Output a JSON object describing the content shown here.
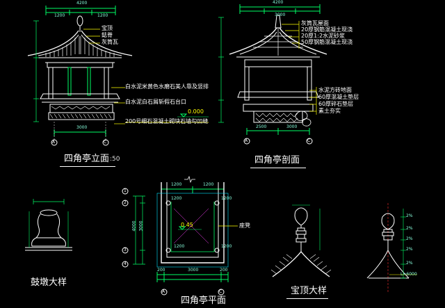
{
  "colors": {
    "background": "#000000",
    "line_white": "#ffffff",
    "line_cyan": "#00e5ff",
    "line_green": "#00ff66",
    "line_yellow": "#ffff00",
    "line_magenta": "#ff40ff",
    "line_red": "#ff3030"
  },
  "titles": {
    "elevation": "四角亭立面",
    "elevation_scale": ":50",
    "section": "四角亭剖面",
    "plan": "四角亭平面",
    "drum_pier": "鼓墩大样",
    "finial": "宝顶大样"
  },
  "elevation_notes": {
    "finial": "宝顶",
    "ridge": "鋕脊",
    "tile": "灰筒瓦",
    "note1": "白水泥米黄色水磨石美人靠及竖排",
    "note2": "白水泥白石屑斩假石台口",
    "level": "0.000",
    "note3": "200号细石混凝土砌块石墙勾凹缝"
  },
  "section_notes": {
    "roof1": "灰筒瓦屋面",
    "roof2": "20厚钢筋混凝土现浇",
    "roof3": "20厚1:2水泥砂浆",
    "roof4": "50厚钢筋混凝土现浇",
    "floor1": "水泥方砖地面",
    "floor2": "60厚混凝土垫层",
    "floor3": "60厚碎石垫层",
    "floor4": "素土夯实"
  },
  "plan_notes": {
    "bench": "座凳",
    "level": "0.45"
  },
  "dims": {
    "elev_top": [
      "4200",
      "1200",
      "1200"
    ],
    "elev_bottom": "3000",
    "sect_top": [
      "4200",
      "3000"
    ],
    "sect_bottom": [
      "2500",
      "3000"
    ],
    "plan_top": [
      "1200",
      "1200"
    ],
    "plan_side": [
      "4000",
      "3000"
    ],
    "plan_bottom": [
      "200",
      "3000",
      "200"
    ],
    "plan_inner": [
      "1200",
      "1200",
      "1200",
      "1200"
    ],
    "finial_right": [
      "2%",
      "2%",
      "2%",
      "2%",
      "2%",
      "L=6000"
    ]
  },
  "grid": {
    "elev_left": "A",
    "elev_right": "C",
    "sect_left": "A",
    "sect_right": "C",
    "plan_bottom": [
      "A",
      "C"
    ],
    "plan_left": [
      "1",
      "2",
      "3",
      "4"
    ]
  }
}
